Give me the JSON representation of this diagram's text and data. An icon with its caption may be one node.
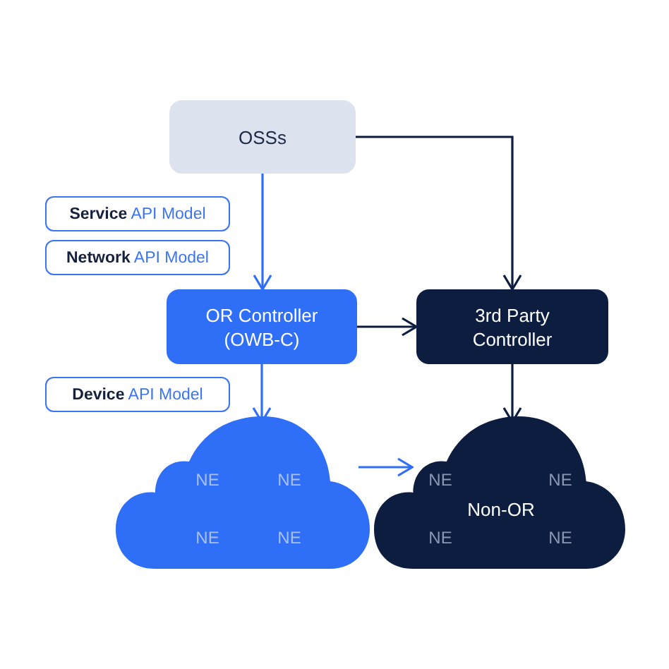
{
  "diagram": {
    "nodes": [
      {
        "text": [
          "OSSs"
        ]
      },
      {
        "text": [
          "**Service** API Model"
        ]
      },
      {
        "text": [
          "**Network** API Model"
        ]
      },
      {
        "text": [
          "OR Controller (OWB-C)"
        ]
      },
      {
        "text": [
          "3rd Party Controller"
        ]
      },
      {
        "text": [
          "**Device** API Model"
        ]
      },
      {
        "text": [
          "NE",
          "NE",
          "NE",
          "NE"
        ]
      },
      {
        "text": [
          "NE",
          "NE",
          "Non-OR",
          "NE",
          "NE"
        ]
      }
    ],
    "edges": [
      {
        "from": 0,
        "to": 3,
        "arrow": "to",
        "color": "#2f6ef6"
      },
      {
        "from": 0,
        "to": 4,
        "arrow": "to",
        "color": "#0c1d40"
      },
      {
        "from": 3,
        "to": 4,
        "arrow": "to",
        "color": "#0c1d40"
      },
      {
        "from": 3,
        "to": 6,
        "arrow": "to",
        "color": "#2f6ef6"
      },
      {
        "from": 4,
        "to": 7,
        "arrow": "to",
        "color": "#0c1d40"
      },
      {
        "from": 6,
        "to": 7,
        "arrow": "to",
        "color": "#2f6ef6"
      }
    ]
  }
}
